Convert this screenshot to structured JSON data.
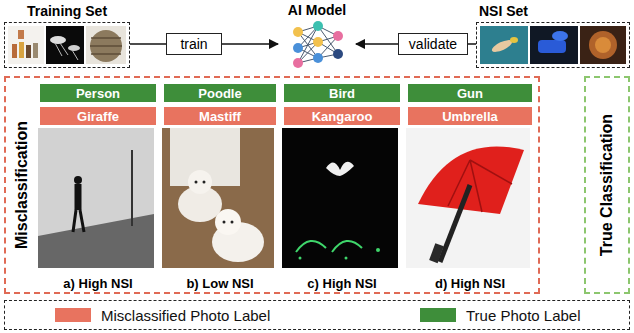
{
  "diagram": {
    "nodes": [
      {
        "text": [
          "Training Set"
        ]
      },
      {
        "text": [
          "train"
        ]
      },
      {
        "text": [
          "AI Model"
        ]
      },
      {
        "text": [
          "validate"
        ]
      },
      {
        "text": [
          "NSI Set"
        ]
      },
      {
        "text": [
          "Misclassification"
        ]
      },
      {
        "text": [
          "a) High NSI"
        ],
        "in": 5
      },
      {
        "text": [
          "Person"
        ],
        "in": 6
      },
      {
        "text": [
          "Giraffe"
        ],
        "in": 6
      },
      {
        "text": [
          "b) Low NSI"
        ],
        "in": 5
      },
      {
        "text": [
          "Poodle"
        ],
        "in": 9
      },
      {
        "text": [
          "Mastiff"
        ],
        "in": 9
      },
      {
        "text": [
          "c) High NSI"
        ],
        "in": 5
      },
      {
        "text": [
          "Bird"
        ],
        "in": 12
      },
      {
        "text": [
          "Kangaroo"
        ],
        "in": 12
      },
      {
        "text": [
          "d) High NSI"
        ],
        "in": 5
      },
      {
        "text": [
          "Gun"
        ],
        "in": 15
      },
      {
        "text": [
          "Umbrella"
        ],
        "in": 15
      },
      {
        "text": [
          "True Classification"
        ]
      }
    ],
    "edges": [
      {
        "from": 0,
        "to": 1,
        "arrow": "none"
      },
      {
        "from": 1,
        "to": 2,
        "arrow": "to"
      },
      {
        "from": 4,
        "to": 3,
        "arrow": "none"
      },
      {
        "from": 3,
        "to": 2,
        "arrow": "to"
      }
    ],
    "legend": [
      {
        "text": "Misclassified Photo Label",
        "color": "#e8735f"
      },
      {
        "text": "True Photo Label",
        "color": "#3e8e3a"
      }
    ]
  }
}
